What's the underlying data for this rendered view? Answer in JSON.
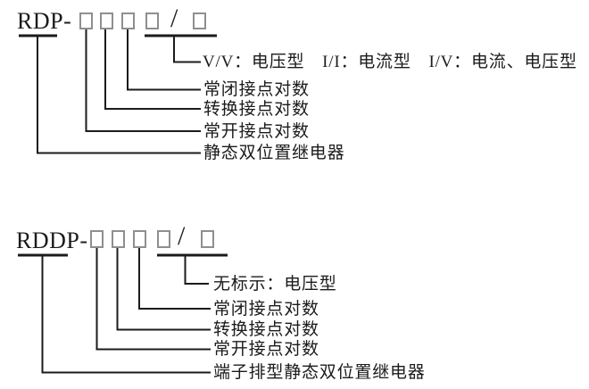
{
  "colors": {
    "line": "#1b1b1b",
    "box_border": "#8f8f8f",
    "text": "#1b1b1b",
    "background": "#ffffff"
  },
  "rdp_diagram": {
    "title": "RDP-",
    "separator": "/",
    "labels": [
      "V/V：电压型　I/I：电流型　I/V：电流、电压型",
      "常闭接点对数",
      "转换接点对数",
      "常开接点对数",
      "静态双位置继电器"
    ]
  },
  "rddp_diagram": {
    "title": "RDDP-",
    "separator": "/",
    "labels": [
      "无标示：电压型",
      "常闭接点对数",
      "转换接点对数",
      "常开接点对数",
      "端子排型静态双位置继电器"
    ]
  }
}
